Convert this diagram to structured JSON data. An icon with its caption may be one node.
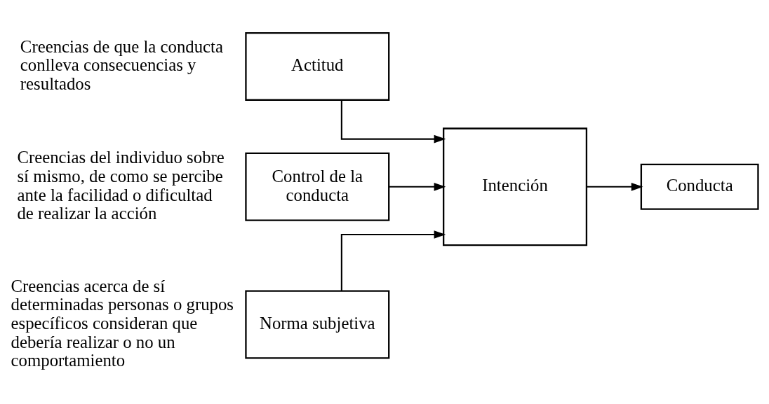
{
  "diagram": {
    "nodes": [
      {
        "text": [
          "Actitud"
        ],
        "beside": [
          "Creencias de que la conducta conlleva consecuencias y resultados"
        ]
      },
      {
        "text": [
          "Control de la conducta"
        ],
        "beside": [
          "Creencias del individuo sobre sí mismo, de como se percibe ante la facilidad o dificultad de realizar la acción"
        ]
      },
      {
        "text": [
          "Norma subjetiva"
        ],
        "beside": [
          "Creencias acerca de sí determinadas personas o grupos específicos consideran que debería realizar o no un comportamiento"
        ]
      },
      {
        "text": [
          "Intención"
        ]
      },
      {
        "text": [
          "Conducta"
        ]
      }
    ],
    "edges": [
      {
        "from": 0,
        "to": 3,
        "arrow": "to"
      },
      {
        "from": 1,
        "to": 3,
        "arrow": "to"
      },
      {
        "from": 2,
        "to": 3,
        "arrow": "to"
      },
      {
        "from": 3,
        "to": 4,
        "arrow": "to"
      }
    ]
  }
}
